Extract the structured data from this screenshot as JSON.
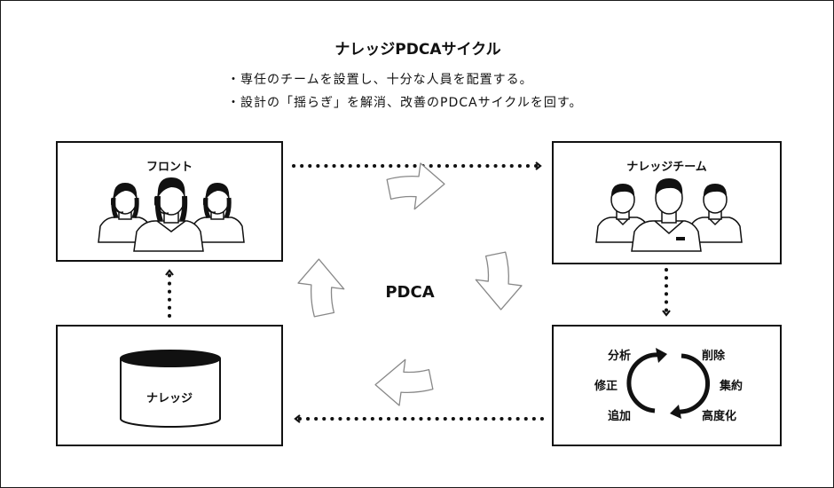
{
  "diagram": {
    "title": "ナレッジPDCAサイクル",
    "bullets": [
      "・専任のチームを設置し、十分な人員を配置する。",
      "・設計の「揺らぎ」を解消、改善のPDCAサイクルを回す。"
    ],
    "center_label": "PDCA",
    "nodes": {
      "front": {
        "label": "フロント"
      },
      "team": {
        "label": "ナレッジチーム"
      },
      "knowledge": {
        "label": "ナレッジ"
      },
      "process": {
        "steps": [
          "分析",
          "削除",
          "集約",
          "高度化",
          "追加",
          "修正"
        ]
      }
    }
  }
}
